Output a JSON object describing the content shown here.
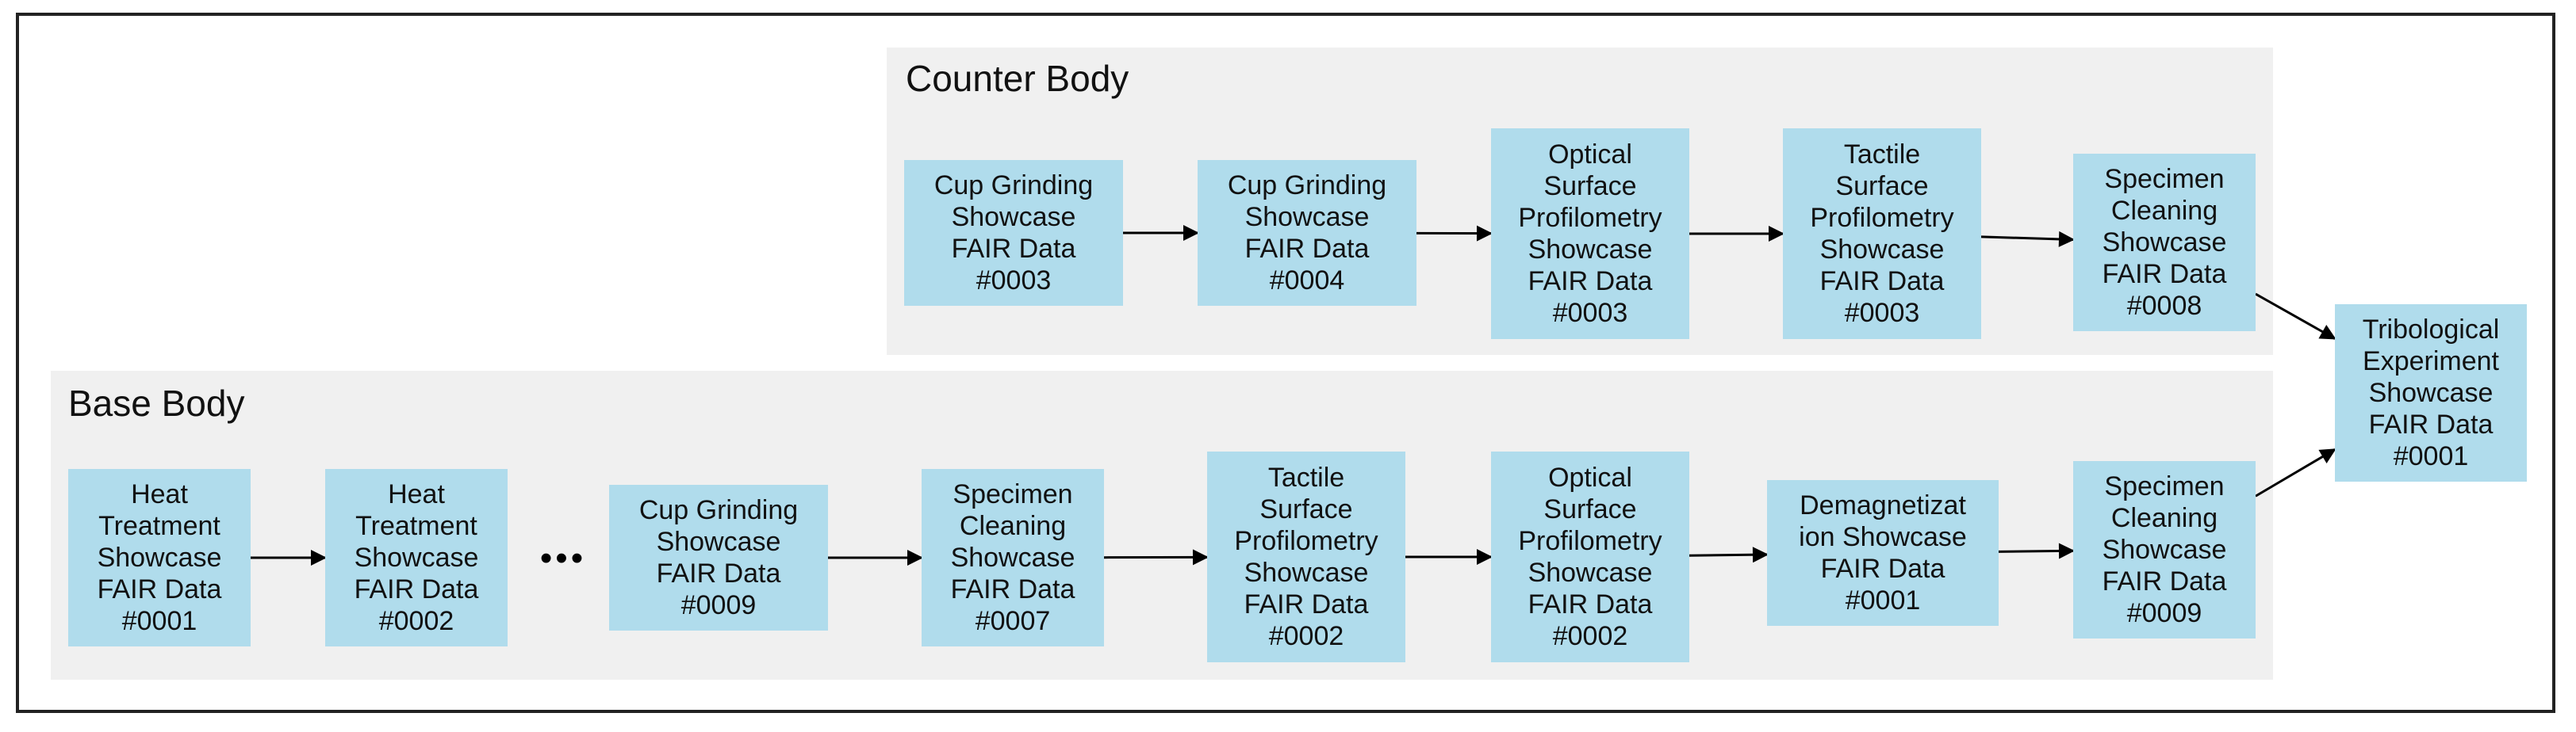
{
  "diagram": {
    "clusters": {
      "counter_body": {
        "title": "Counter Body"
      },
      "base_body": {
        "title": "Base Body"
      }
    },
    "ellipsis": "•••",
    "nodes": {
      "cb_cup_grinding_0003": "Cup Grinding\nShowcase\nFAIR Data\n#0003",
      "cb_cup_grinding_0004": "Cup Grinding\nShowcase\nFAIR Data\n#0004",
      "cb_optical_0003": "Optical\nSurface\nProfilometry\nShowcase\nFAIR Data\n#0003",
      "cb_tactile_0003": "Tactile\nSurface\nProfilometry\nShowcase\nFAIR Data\n#0003",
      "cb_cleaning_0008": "Specimen\nCleaning\nShowcase\nFAIR Data\n#0008",
      "bb_heat_0001": "Heat\nTreatment\nShowcase\nFAIR Data\n#0001",
      "bb_heat_0002": "Heat\nTreatment\nShowcase\nFAIR Data\n#0002",
      "bb_cup_grinding_0009": "Cup Grinding\nShowcase\nFAIR Data\n#0009",
      "bb_cleaning_0007": "Specimen\nCleaning\nShowcase\nFAIR Data\n#0007",
      "bb_tactile_0002": "Tactile\nSurface\nProfilometry\nShowcase\nFAIR Data\n#0002",
      "bb_optical_0002": "Optical\nSurface\nProfilometry\nShowcase\nFAIR Data\n#0002",
      "bb_demag_0001": "Demagnetizat\nion Showcase\nFAIR Data\n#0001",
      "bb_cleaning_0009": "Specimen\nCleaning\nShowcase\nFAIR Data\n#0009",
      "tribological_0001": "Tribological\nExperiment\nShowcase\nFAIR Data\n#0001"
    },
    "edges": [
      [
        "cb_cup_grinding_0003",
        "cb_cup_grinding_0004"
      ],
      [
        "cb_cup_grinding_0004",
        "cb_optical_0003"
      ],
      [
        "cb_optical_0003",
        "cb_tactile_0003"
      ],
      [
        "cb_tactile_0003",
        "cb_cleaning_0008"
      ],
      [
        "cb_cleaning_0008",
        "tribological_0001"
      ],
      [
        "bb_heat_0001",
        "bb_heat_0002"
      ],
      [
        "bb_cup_grinding_0009",
        "bb_cleaning_0007"
      ],
      [
        "bb_cleaning_0007",
        "bb_tactile_0002"
      ],
      [
        "bb_tactile_0002",
        "bb_optical_0002"
      ],
      [
        "bb_optical_0002",
        "bb_demag_0001"
      ],
      [
        "bb_demag_0001",
        "bb_cleaning_0009"
      ],
      [
        "bb_cleaning_0009",
        "tribological_0001"
      ]
    ]
  }
}
